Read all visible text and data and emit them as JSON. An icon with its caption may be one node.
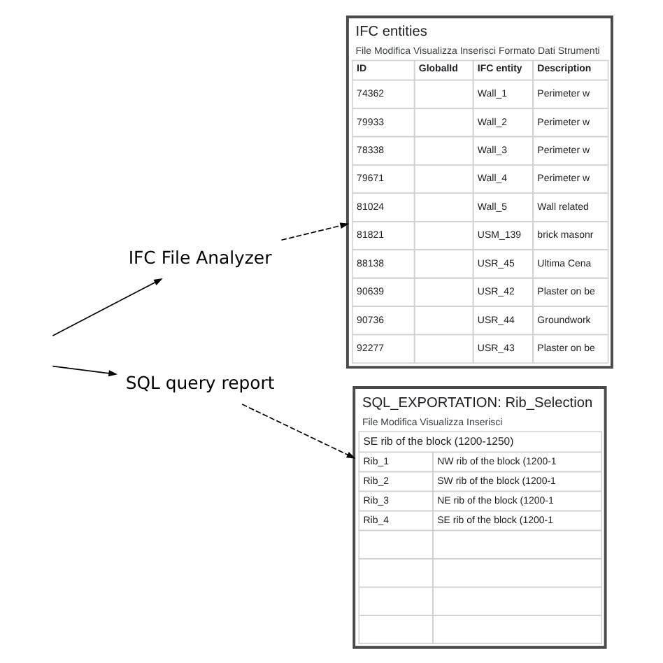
{
  "diagram": {
    "nodes": [
      {
        "text": [
          "IFC File Analyzer"
        ]
      },
      {
        "text": [
          "SQL query report"
        ]
      },
      {
        "text": [
          "IFC entities",
          "File Modifica Visualizza Inserisci Formato Dati Strumenti",
          "ID",
          "GlobalId",
          "IFC entity",
          "Description",
          "74362",
          "Wall_1",
          "Perimeter w",
          "79933",
          "Wall_2",
          "Perimeter w",
          "78338",
          "Wall_3",
          "Perimeter w",
          "79671",
          "Wall_4",
          "Perimeter w",
          "81024",
          "Wall_5",
          "Wall related",
          "81821",
          "USM_139",
          "brick masonr",
          "88138",
          "USR_45",
          "Ultima Cena",
          "90639",
          "USR_42",
          "Plaster on be",
          "90736",
          "USR_44",
          "Groundwork",
          "92277",
          "USR_43",
          "Plaster on be"
        ]
      },
      {
        "text": [
          "SQL_EXPORTATION: Rib_Selection",
          "File Modifica Visualizza Inserisci",
          "SE rib of the block (1200-1250)",
          "Rib_1",
          "NW rib of the block (1200-1",
          "Rib_2",
          "SW rib of the block (1200-1",
          "Rib_3",
          "NE rib of the block (1200-1",
          "Rib_4",
          "SE rib of the block (1200-1"
        ]
      }
    ],
    "edges": [
      {
        "from": null,
        "to": 0,
        "arrow": "to"
      },
      {
        "from": null,
        "to": 1,
        "arrow": "to"
      },
      {
        "from": 0,
        "to": 2,
        "arrow": "to",
        "style": "dashed"
      },
      {
        "from": 1,
        "to": 3,
        "arrow": "to",
        "style": "dashed"
      }
    ]
  }
}
